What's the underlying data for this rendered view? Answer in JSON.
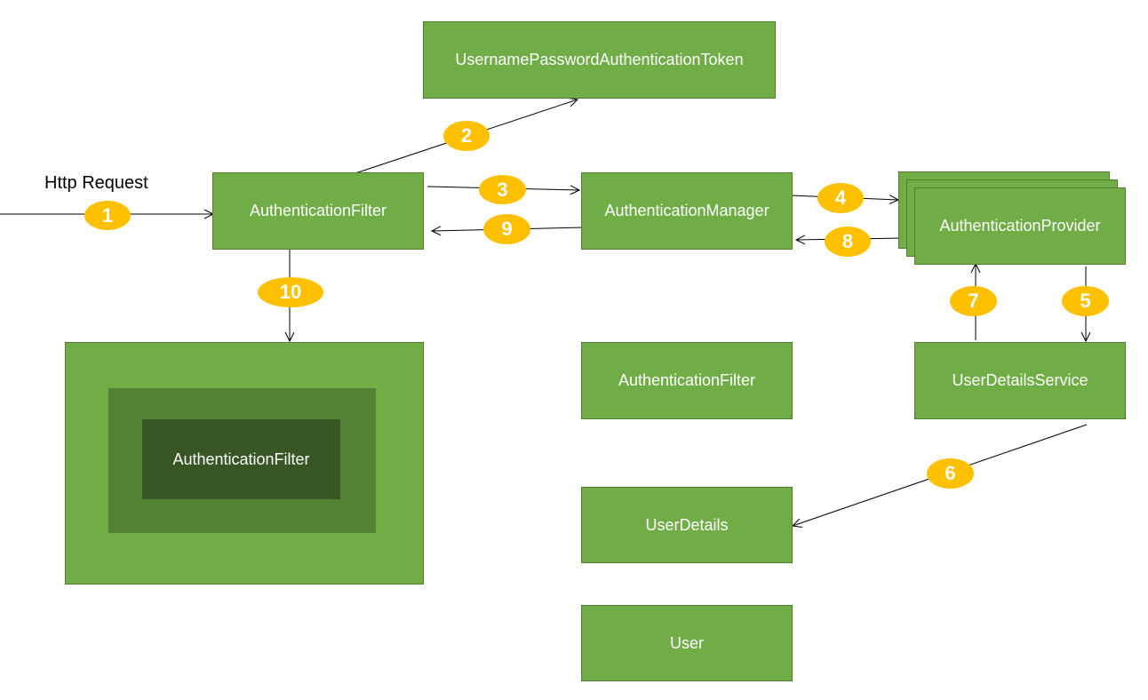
{
  "labels": {
    "http_request": "Http Request"
  },
  "boxes": {
    "token": "UsernamePasswordAuthenticationToken",
    "filter": "AuthenticationFilter",
    "manager": "AuthenticationManager",
    "provider": "AuthenticationProvider",
    "filter_mid": "AuthenticationFilter",
    "user_details_service": "UserDetailsService",
    "user_details": "UserDetails",
    "user": "User",
    "nested_filter": "AuthenticationFilter"
  },
  "steps": [
    "1",
    "2",
    "3",
    "4",
    "5",
    "6",
    "7",
    "8",
    "9",
    "10"
  ],
  "colors": {
    "box_fill": "#70ad47",
    "box_border": "#507e32",
    "nested_mid": "#548235",
    "nested_inner": "#375623",
    "badge": "#ffc000",
    "arrow": "#000000"
  }
}
